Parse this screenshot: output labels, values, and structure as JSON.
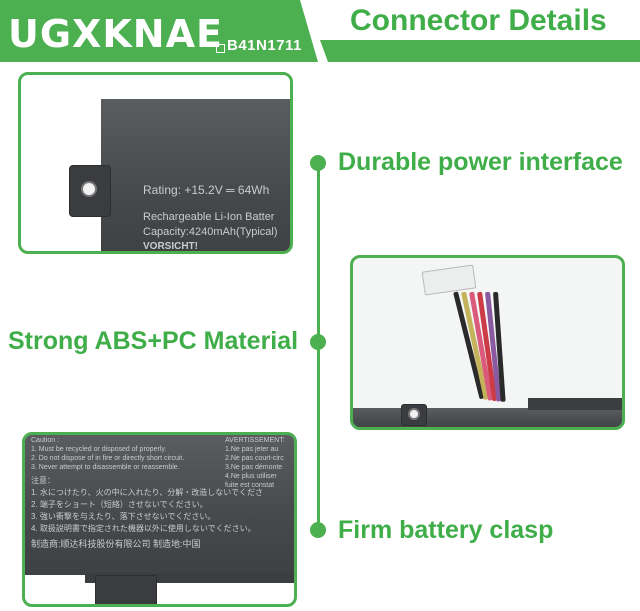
{
  "header": {
    "brand": "UGXKNAE",
    "model": "B41N1711",
    "title": "Connector Details"
  },
  "features": {
    "durable": "Durable power interface",
    "material": "Strong ABS+PC Material",
    "clasp": "Firm battery clasp"
  },
  "panel_top": {
    "rating": "Rating: +15.2V ═ 64Wh",
    "rechargeable": "Rechargeable Li-Ion Batter",
    "capacity": "Capacity:4240mAh(Typical)",
    "vorsicht": "VORSICHT!"
  },
  "panel_bottom": {
    "lines": [
      "Caution :",
      "1. Must be recycled or disposed of properly.",
      "2. Do not dispose of in fire or directly short circuit.",
      "3. Never attempt to disassemble or reassemble.",
      "注意：",
      "1. 水につけたり、火の中に入れたり、分解・改造しないでくださ",
      "2. 端子をショート（短絡）させないでください。",
      "3. 強い衝撃を与えたり、落下させないでください。",
      "4. 取扱説明書で指定された機器以外に使用しないでください。",
      "制造商:顺达科技股份有限公司  制造地:中国"
    ],
    "right_lines": [
      "AVERTISSEMENT:",
      "1.Ne pas jeter au",
      "2.Ne pas court-circ",
      "3.Ne pas démonte",
      "4.Ne plus utiliser",
      "fuite est constat"
    ]
  },
  "colors": {
    "green": "#4caf50",
    "battery": "#4a4d50"
  }
}
